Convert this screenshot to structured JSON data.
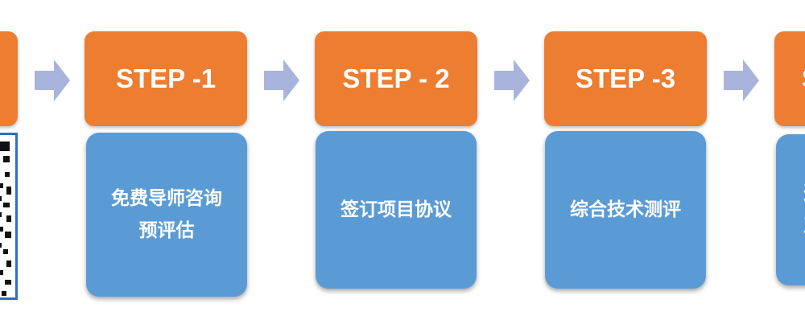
{
  "steps": [
    {
      "header": "",
      "body": ""
    },
    {
      "header": "STEP -1",
      "body": "免费导师咨询\n预评估"
    },
    {
      "header": "STEP - 2",
      "body": "签订项目协议"
    },
    {
      "header": "STEP -3",
      "body": "综合技术测评"
    },
    {
      "header": "S",
      "body": "进\n正"
    }
  ],
  "colors": {
    "header_fill": "#ED7D31",
    "body_fill": "#5B9BD5",
    "arrow_fill": "#A9B4DC",
    "qr_border": "#2E6FBE"
  },
  "icons": {
    "arrow": "right-arrow-icon",
    "qr": "qr-code-icon"
  }
}
